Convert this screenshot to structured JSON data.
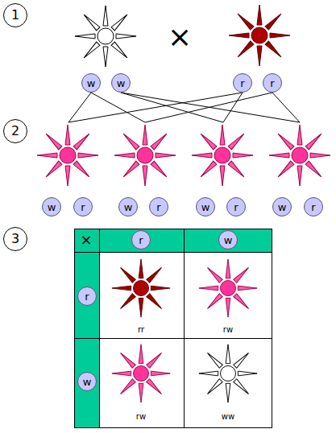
{
  "diagram": {
    "nodes": [
      {
        "text": [
          "1"
        ]
      },
      {
        "text": [
          "w"
        ]
      },
      {
        "text": [
          "w"
        ]
      },
      {
        "text": [
          "r"
        ]
      },
      {
        "text": [
          "r"
        ]
      },
      {
        "text": [
          "2"
        ]
      },
      {
        "text": [
          "w"
        ]
      },
      {
        "text": [
          "r"
        ]
      },
      {
        "text": [
          "w"
        ]
      },
      {
        "text": [
          "r"
        ]
      },
      {
        "text": [
          "w"
        ]
      },
      {
        "text": [
          "r"
        ]
      },
      {
        "text": [
          "w"
        ]
      },
      {
        "text": [
          "r"
        ]
      },
      {
        "text": [
          "3"
        ]
      },
      {
        "text": [
          "r"
        ]
      },
      {
        "text": [
          "w"
        ]
      },
      {
        "text": [
          "r"
        ]
      },
      {
        "text": [
          "w"
        ]
      }
    ],
    "labels": [
      "×",
      "×",
      "rr",
      "rw",
      "rw",
      "ww"
    ]
  }
}
